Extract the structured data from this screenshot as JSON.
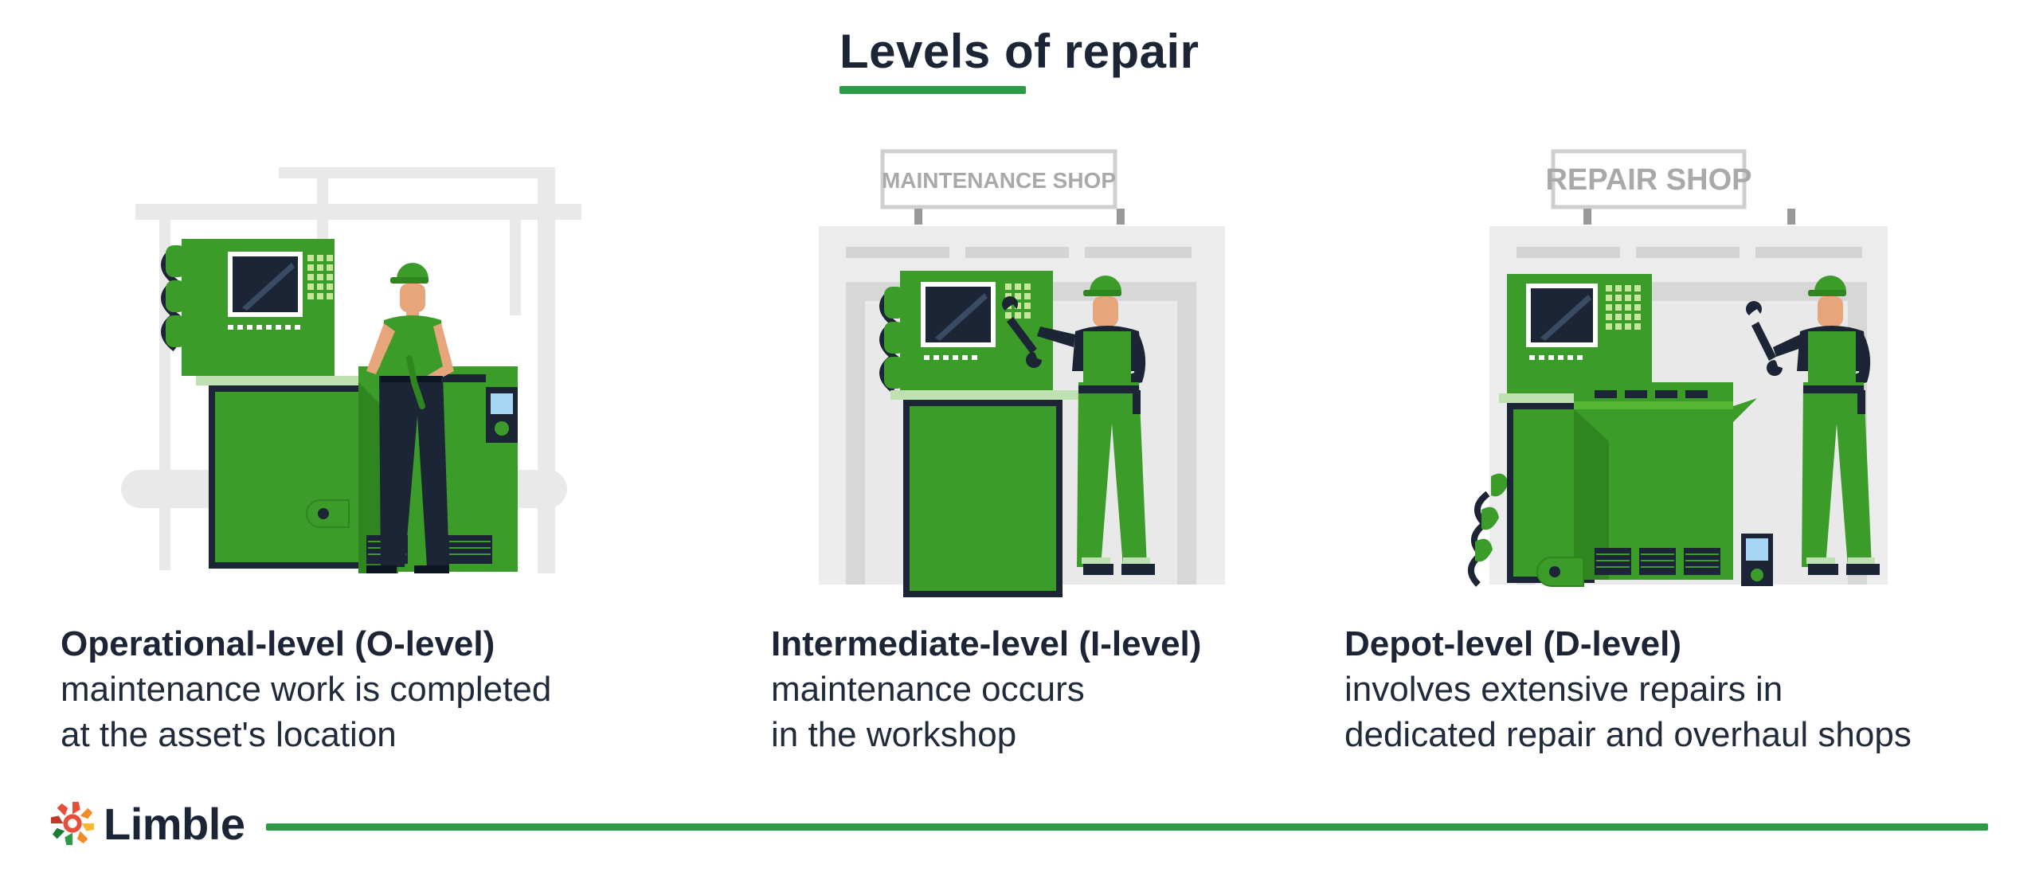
{
  "header": {
    "title": "Levels of repair"
  },
  "levels": [
    {
      "title": "Operational-level (O-level)",
      "lines": [
        "maintenance work is completed",
        "at the asset's location"
      ]
    },
    {
      "sign": "MAINTENANCE SHOP",
      "title": "Intermediate-level (I-level)",
      "lines": [
        "maintenance occurs",
        "in the workshop"
      ]
    },
    {
      "sign": "REPAIR SHOP",
      "title": "Depot-level (D-level)",
      "lines": [
        "involves extensive repairs in",
        "dedicated repair and overhaul shops"
      ]
    }
  ],
  "footer": {
    "brand": "Limble"
  },
  "colors": {
    "brand_green": "#2e9a47",
    "machine_green": "#3c9c2a",
    "machine_light": "#55b535",
    "dark_navy": "#1b2535",
    "skin": "#e6a57a",
    "shop_gray": "#e8e8e8"
  },
  "icons": [
    "limble-gear-logo-icon",
    "wrench-icon"
  ]
}
